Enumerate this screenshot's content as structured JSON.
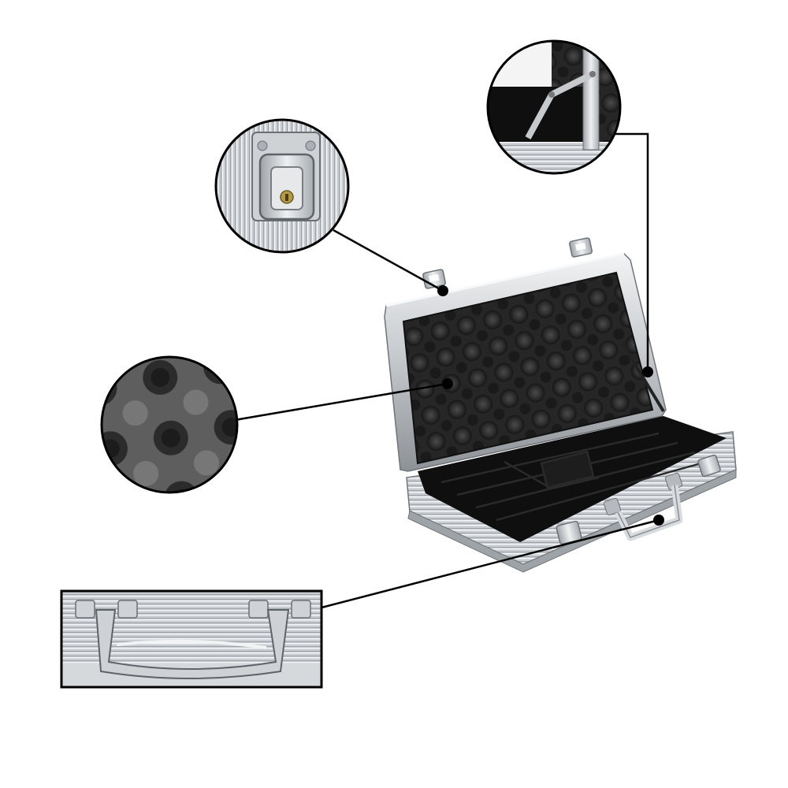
{
  "image": {
    "subject": "aluminum-case-product-photo",
    "background_color": "#ffffff",
    "colors": {
      "aluminum_light": "#e4e6e8",
      "aluminum_mid": "#b9bdc1",
      "aluminum_dark": "#7f8489",
      "foam": "#3a3a3a",
      "foam_dark": "#1a1a1a",
      "lining": "#111111",
      "callout_line": "#000000"
    },
    "callouts": [
      {
        "name": "lock-detail",
        "icon": "lock-icon"
      },
      {
        "name": "hinge-support-detail",
        "icon": "hinge-icon"
      },
      {
        "name": "foam-detail",
        "icon": "foam-icon"
      },
      {
        "name": "handle-detail",
        "icon": "handle-icon"
      }
    ]
  }
}
